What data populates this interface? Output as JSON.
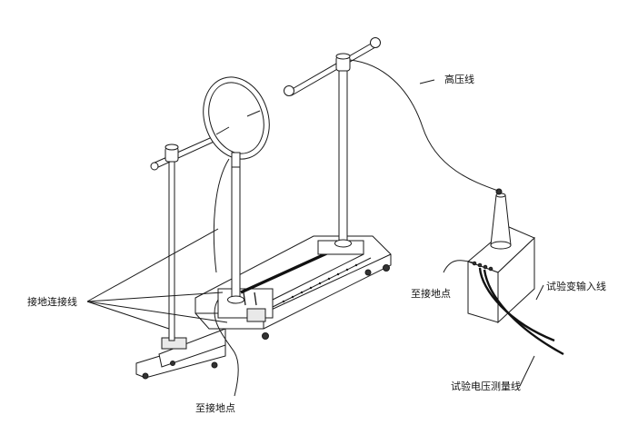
{
  "labels": {
    "high_voltage_wire": "高压线",
    "ground_point_transformer": "至接地点",
    "transformer_input_wire": "试验变输入线",
    "ground_connection_wire": "接地连接线",
    "voltage_measure_wire": "试验电压测量线",
    "ground_point_bottom": "至接地点"
  }
}
